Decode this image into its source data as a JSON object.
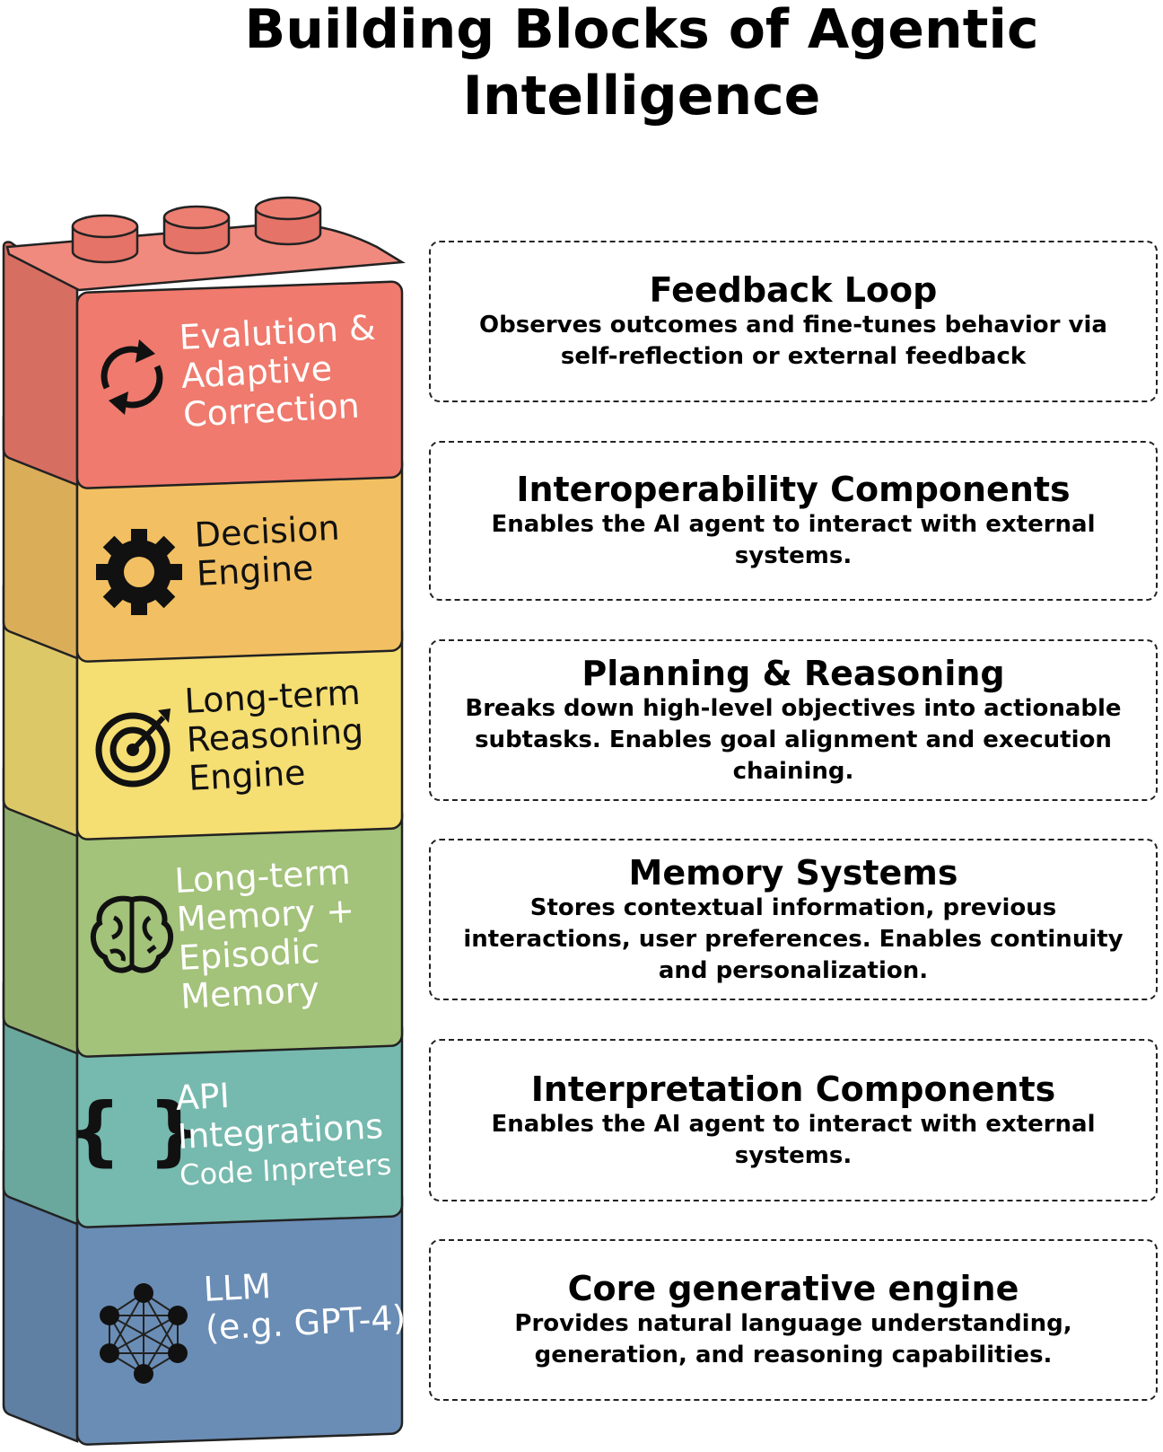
{
  "title": [
    "Building Blocks of Agentic",
    "Intelligence"
  ],
  "blocks": [
    {
      "lines": [
        "Evalution &",
        "Adaptive",
        "Correction"
      ],
      "icon": "refresh-icon",
      "color": "#ef7a6d"
    },
    {
      "lines": [
        "Decision",
        "Engine"
      ],
      "icon": "gear-icon",
      "color": "#f2c062"
    },
    {
      "lines": [
        "Long-term",
        "Reasoning",
        "Engine"
      ],
      "icon": "target-icon",
      "color": "#f5de72"
    },
    {
      "lines": [
        "Long-term",
        "Memory +",
        "Episodic",
        "Memory"
      ],
      "icon": "brain-icon",
      "color": "#a3c27a"
    },
    {
      "lines": [
        "API",
        "Integrations",
        "Code Inpreters"
      ],
      "icon": "curly-braces-icon",
      "color": "#76b9ae"
    },
    {
      "lines": [
        "LLM",
        "(e.g. GPT-4)"
      ],
      "icon": "neural-network-icon",
      "color": "#6a8db5"
    }
  ],
  "cards": [
    {
      "title": "Feedback Loop",
      "desc": "Observes outcomes and fine-tunes behavior via self-reflection or external feedback"
    },
    {
      "title": "Interoperability Components",
      "desc": "Enables the AI agent to interact with external systems."
    },
    {
      "title": "Planning & Reasoning",
      "desc": "Breaks down high-level objectives into actionable subtasks. Enables goal alignment and execution chaining."
    },
    {
      "title": "Memory Systems",
      "desc": "Stores contextual information, previous interactions, user preferences. Enables continuity and personalization."
    },
    {
      "title": "Interpretation Components",
      "desc": "Enables the AI agent to interact with external systems."
    },
    {
      "title": "Core generative engine",
      "desc": "Provides natural language understanding, generation, and reasoning capabilities."
    }
  ]
}
